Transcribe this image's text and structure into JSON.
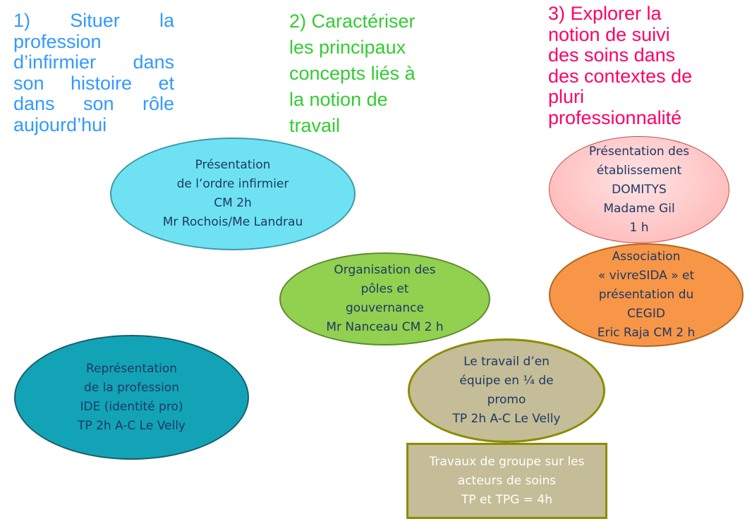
{
  "headings": {
    "h1": {
      "lines": [
        "1) Situer la",
        "profession",
        "d’infirmier dans",
        "son histoire et",
        "dans son rôle",
        "aujourd’hui"
      ]
    },
    "h2": {
      "lines": [
        "2) Caractériser",
        "les principaux",
        "concepts liés à",
        "la notion de",
        "travail"
      ]
    },
    "h3": {
      "lines": [
        "3) Explorer la",
        "notion de suivi",
        "des soins dans",
        "des contextes de",
        "pluri",
        "professionnalité"
      ]
    }
  },
  "nodes": {
    "ordre": {
      "lines": [
        "Présentation",
        "de l’ordre infirmier",
        "CM 2h",
        "Mr Rochois/Me Landrau"
      ]
    },
    "poles": {
      "lines": [
        "Organisation des",
        "pôles et",
        "gouvernance",
        "Mr Nanceau CM 2 h"
      ]
    },
    "representation": {
      "lines": [
        "Représentation",
        "de la profession",
        "IDE (identité pro)",
        "TP 2h A-C Le Velly"
      ]
    },
    "equipe": {
      "lines": [
        "Le travail d’en",
        "équipe en ¼ de",
        "promo",
        "TP 2h A-C Le Velly"
      ]
    },
    "domitys": {
      "lines": [
        "Présentation des",
        "établissement",
        "DOMITYS",
        "Madame Gil",
        "1 h"
      ]
    },
    "vivresida": {
      "lines": [
        "Association",
        "« vivreSIDA » et",
        "présentation du",
        "CEGID",
        "Eric Raja CM 2 h"
      ]
    },
    "travaux": {
      "lines": [
        "Travaux de groupe sur les",
        "acteurs de soins",
        "TP et TPG = 4h"
      ]
    }
  },
  "colors": {
    "h1": "#3399ff",
    "h2": "#33cc33",
    "h3": "#ff0066",
    "node_text": "#1f3864"
  }
}
